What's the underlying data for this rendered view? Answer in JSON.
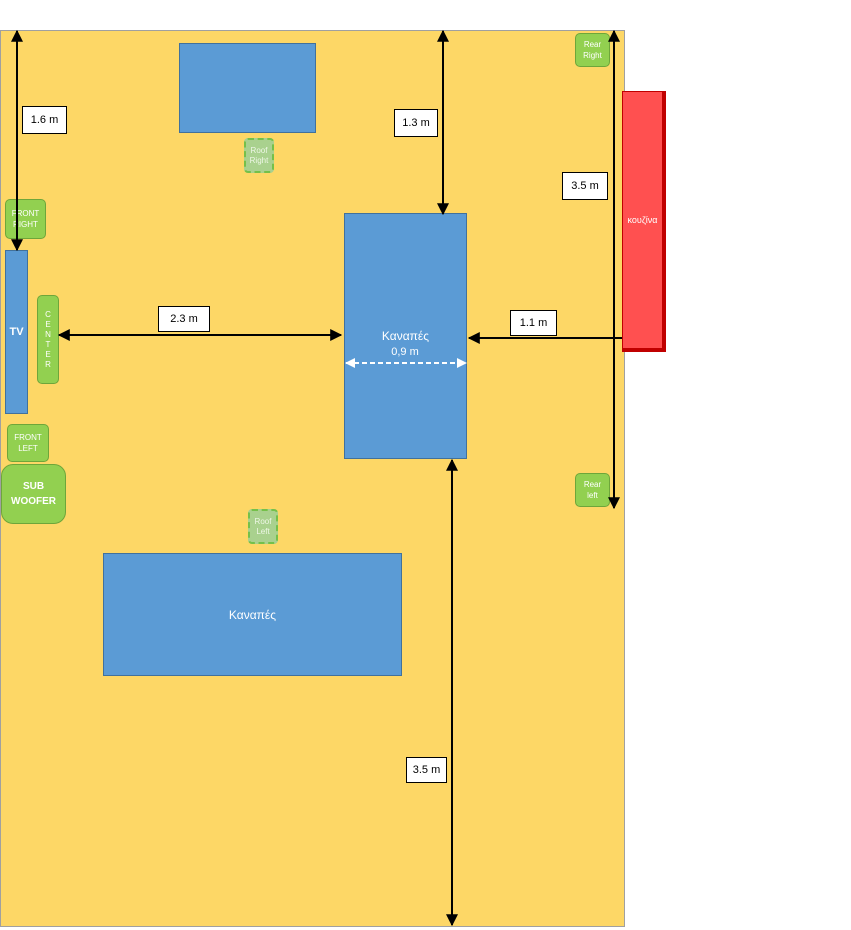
{
  "colors": {
    "floor": "#fdd766",
    "furniture": "#5b9bd5",
    "speaker": "#92d050",
    "roof_speaker": "#a9d18e",
    "kitchen": "#ff5050",
    "dimension_line": "#000000"
  },
  "labels": {
    "tv": "TV",
    "center": "CENTER",
    "front_right": "FRONT\nRIGHT",
    "front_left": "FRONT\nLEFT",
    "subwoofer": "SUB\nWOOFER",
    "rear_right": "Rear\nRight",
    "rear_left": "Rear\nleft",
    "roof_right": "Roof\nRight",
    "roof_left": "Roof\nLeft",
    "sofa_vertical": "Καναπές",
    "sofa_horizontal": "Καναπές",
    "kitchen": "κουζίνα"
  },
  "dimensions": {
    "left_top": "1.6 m",
    "center_top": "1.3 m",
    "right_span": "3.5 m",
    "tv_to_sofa": "2.3 m",
    "sofa_to_wall": "1.1 m",
    "sofa_width": "0,9 m",
    "sofa_to_bottom": "3.5 m"
  }
}
